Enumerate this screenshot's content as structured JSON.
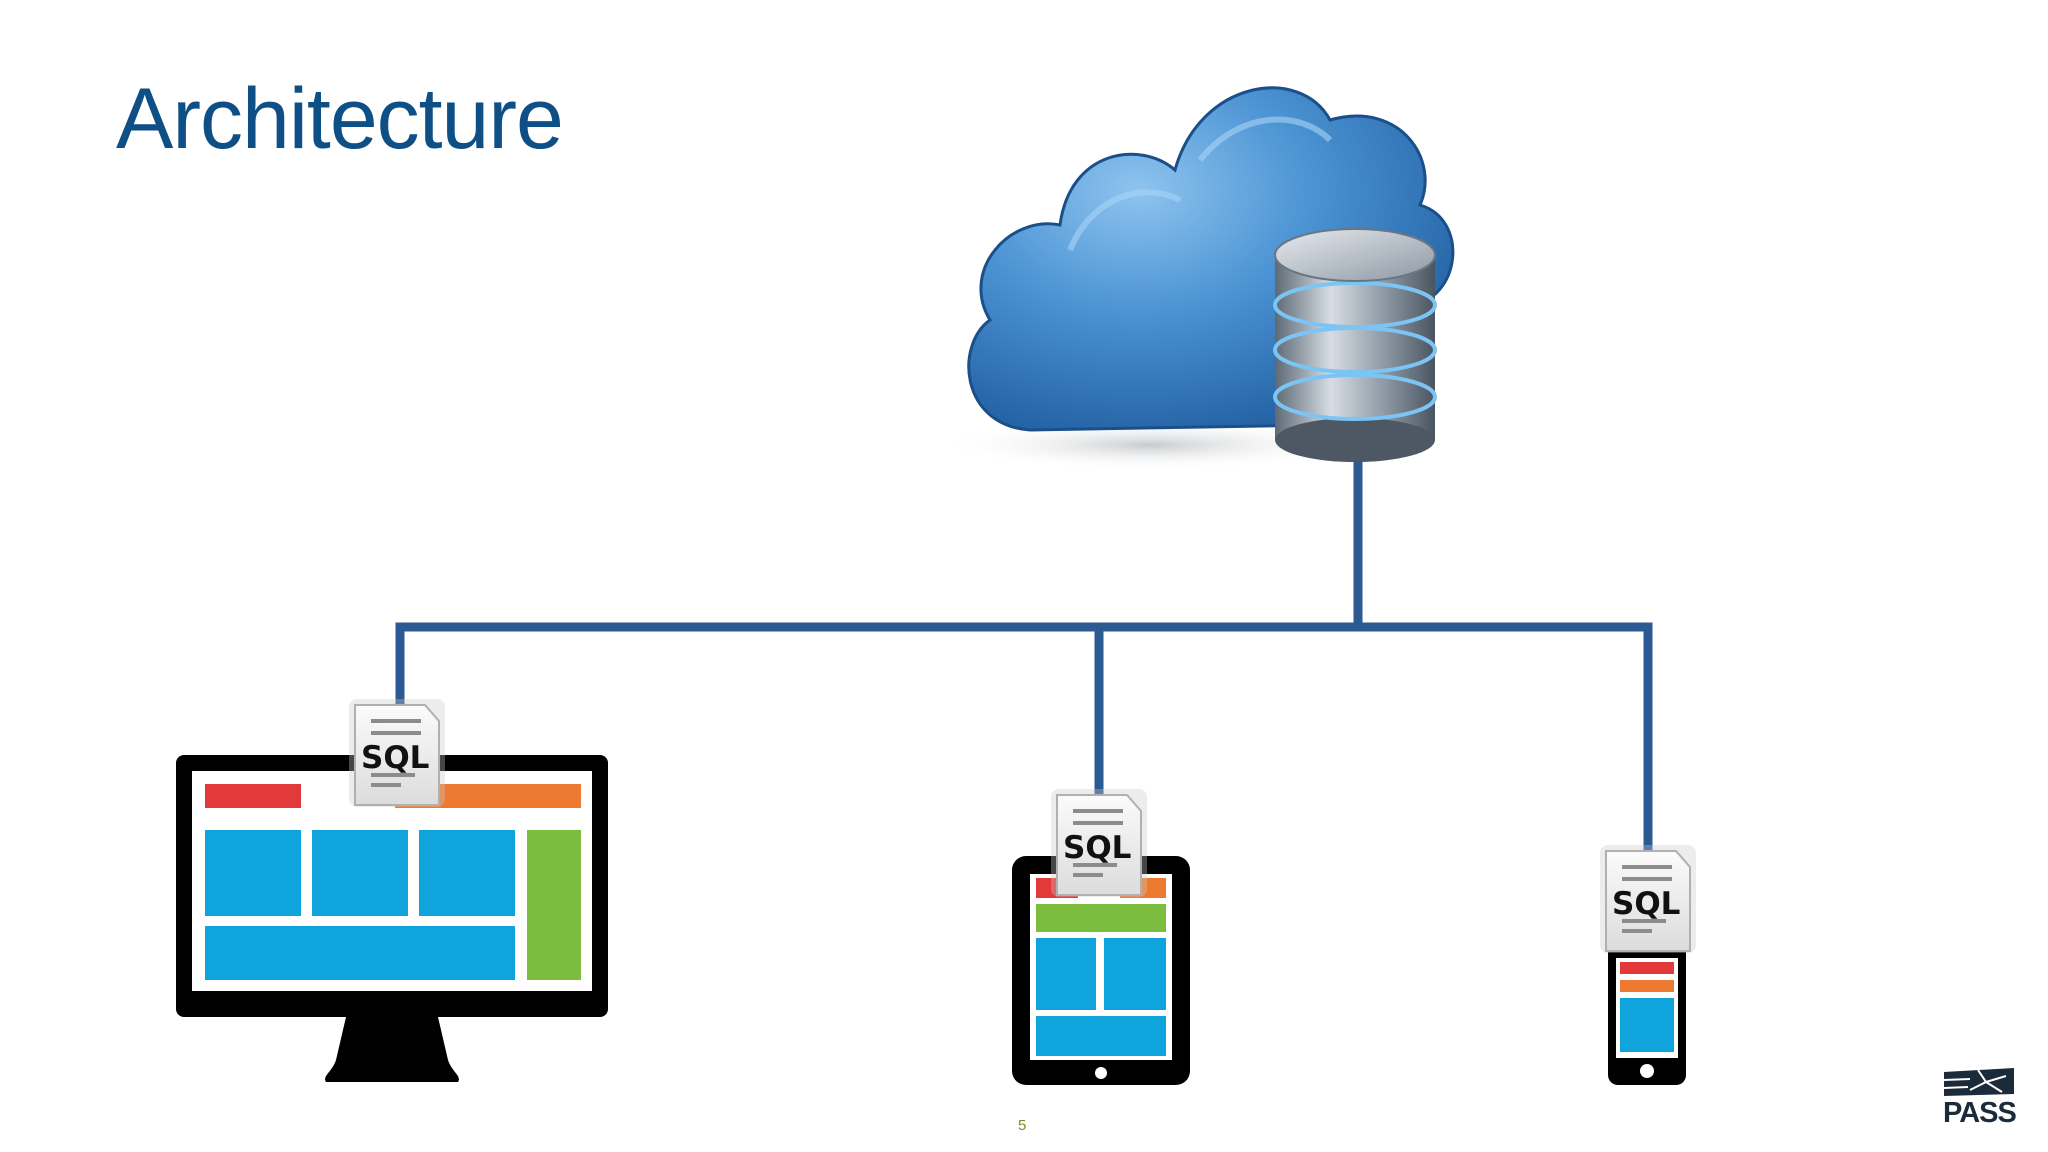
{
  "slide": {
    "title": "Architecture",
    "page_number": "5"
  },
  "diagram": {
    "sql_badge_label": "SQL",
    "connector_color": "#2c5a93",
    "devices": [
      "desktop-monitor",
      "tablet",
      "smartphone"
    ]
  },
  "logo": {
    "text": "PASS"
  },
  "colors": {
    "title": "#0e4f86",
    "cloud": "#3f86c9",
    "tile_blue": "#10a4dc",
    "tile_red": "#e2393a",
    "tile_orange": "#ee7a31",
    "tile_green": "#7cbd3f"
  }
}
